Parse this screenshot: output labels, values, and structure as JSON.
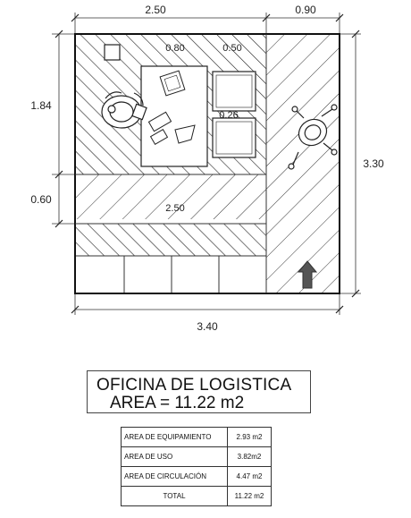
{
  "drawing": {
    "dimensions": {
      "top_left": "2.50",
      "top_right": "0.90",
      "bottom_total": "3.40",
      "right_total": "3.30",
      "left_upper": "1.84",
      "left_lower": "0.60",
      "desk_width": "0.80",
      "cabinet_width": "0.50",
      "cabinet_depth": "0.26",
      "corridor_width": "2.50"
    },
    "icons": [
      "office-chair-icon",
      "desk-chair-icon",
      "pendant-lamp-icon",
      "filing-cabinet-icon",
      "entrance-arrow-icon"
    ]
  },
  "title": {
    "line1": "OFICINA DE LOGISTICA",
    "line2": "AREA = 11.22 m2"
  },
  "area_table": [
    {
      "label": "AREA DE EQUIPAMIENTO",
      "value": "2.93 m2"
    },
    {
      "label": "AREA DE USO",
      "value": "3.82m2"
    },
    {
      "label": "AREA DE CIRCULACIÓN",
      "value": "4.47 m2"
    },
    {
      "label": "TOTAL",
      "value": "11.22 m2"
    }
  ]
}
